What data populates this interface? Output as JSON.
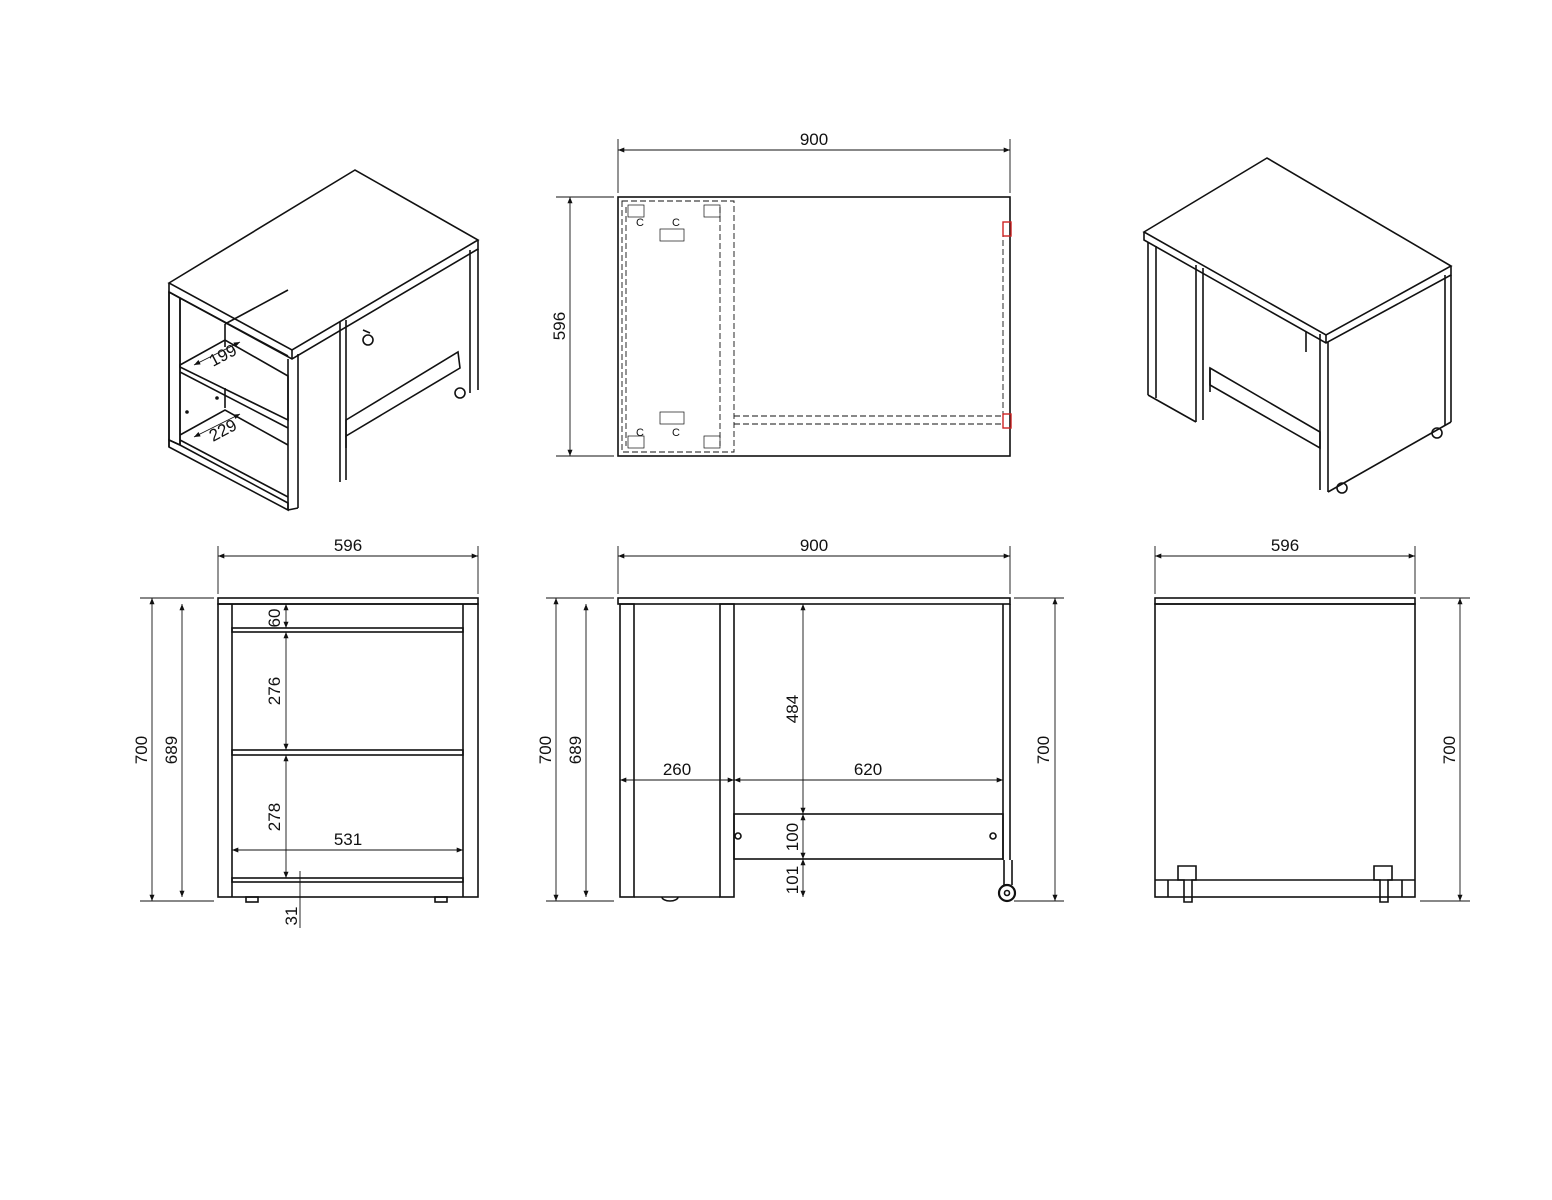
{
  "views": {
    "iso_left": {
      "shelf_depth_upper": "199",
      "shelf_depth_lower": "229"
    },
    "plan": {
      "width": "900",
      "depth": "596"
    },
    "left_side": {
      "width": "596",
      "height_total": "700",
      "height_inner": "689",
      "gap_top": "60",
      "compartment_upper": "276",
      "compartment_lower": "278",
      "inner_width": "531",
      "foot_height": "31"
    },
    "front": {
      "width": "900",
      "height_total": "700",
      "height_inner": "689",
      "height_right": "700",
      "shelf_unit_width": "260",
      "opening_width": "620",
      "opening_height": "484",
      "rail_height": "100",
      "rail_clearance": "101"
    },
    "right_side": {
      "width": "596",
      "height_total": "700"
    }
  },
  "colors": {
    "line": "#111111",
    "hardware_accent": "#cc2222",
    "background": "#ffffff"
  }
}
